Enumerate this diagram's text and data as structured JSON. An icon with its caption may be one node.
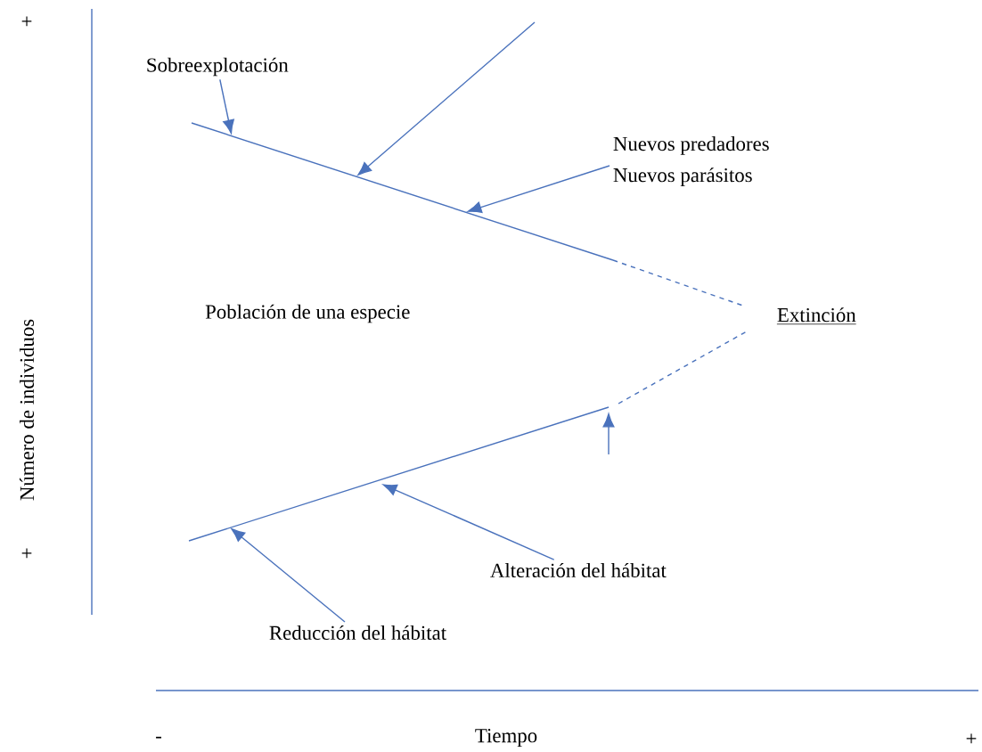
{
  "diagram": {
    "nodes": [
      {
        "text": [
          "Sobreexplotación"
        ]
      },
      {
        "text": [
          "Nuevos predadores",
          "Nuevos parásitos"
        ]
      },
      {
        "text": [
          "Extinción"
        ]
      },
      {
        "text": [
          "Alteración del hábitat"
        ]
      },
      {
        "text": [
          "Reducción del hábitat"
        ]
      }
    ],
    "edges": [
      {
        "from": 0,
        "to": null,
        "arrow": "to"
      },
      {
        "from": 1,
        "to": null,
        "arrow": "to"
      },
      {
        "from": null,
        "to": 2,
        "arrow": "none",
        "style": "dashed"
      },
      {
        "from": null,
        "to": 2,
        "arrow": "none",
        "style": "dashed"
      },
      {
        "from": 4,
        "to": null,
        "arrow": "to"
      },
      {
        "from": 3,
        "to": null,
        "arrow": "to"
      }
    ],
    "labels": [
      "+",
      "Número de individuos",
      "Población de una especie",
      "+",
      "-",
      "Tiempo",
      "+"
    ]
  }
}
